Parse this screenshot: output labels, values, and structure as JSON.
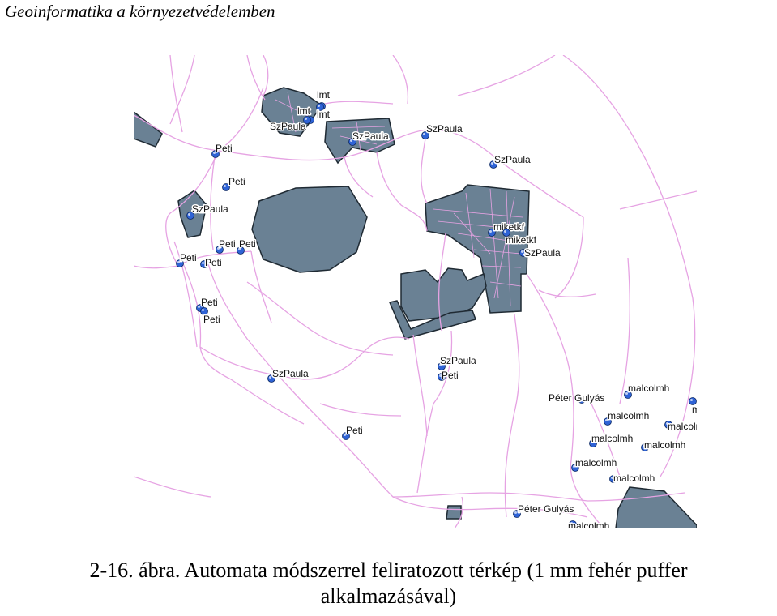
{
  "header": {
    "title": "Geoinformatika a környezetvédelemben"
  },
  "caption": {
    "line1": "2-16. ábra. Automata módszerrel feliratozott térkép (1 mm fehér puffer",
    "line2": "alkalmazásával)"
  },
  "map": {
    "colors": {
      "road": "#e6a3e3",
      "polygon_fill": "#6a8194",
      "polygon_stroke": "#1f2a33",
      "point": "#2f63d6",
      "halo": "#ffffff"
    },
    "icon": "point-marker-icon",
    "labels": [
      "lmt",
      "lmt",
      "lmt",
      "SzPaula",
      "SzPaula",
      "SzPaula",
      "SzPaula",
      "Peti",
      "Peti",
      "SzPaula",
      "Peti",
      "Peti",
      "Peti",
      "Peti",
      "Peti",
      "Peti",
      "miketkf",
      "miketkf",
      "SzPaula",
      "SzPaula",
      "Peti",
      "SzPaula",
      "Peti",
      "Péter Gulyás",
      "malcolmh",
      "mal",
      "malcolmh",
      "malcolm",
      "malcolmh",
      "malcolmh",
      "malcolmh",
      "malcolmh",
      "Péter Gulyás",
      "malcolmh"
    ]
  }
}
